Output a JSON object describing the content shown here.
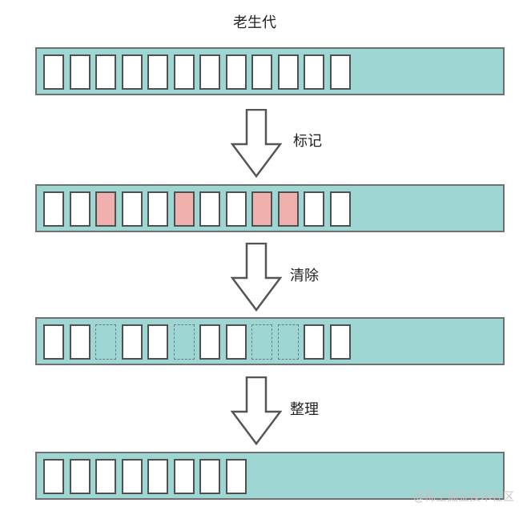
{
  "title": "老生代",
  "steps": [
    "标记",
    "清除",
    "整理"
  ],
  "watermark": "@稀土掘金技术社区",
  "colors": {
    "region": "#9dd6d3",
    "live_object": "#ffffff",
    "marked_object": "#f0b0ad",
    "border": "#707070"
  },
  "rows": [
    {
      "cells": [
        "live",
        "live",
        "live",
        "live",
        "live",
        "live",
        "live",
        "live",
        "live",
        "live",
        "live",
        "live"
      ]
    },
    {
      "cells": [
        "live",
        "live",
        "marked",
        "live",
        "live",
        "marked",
        "live",
        "live",
        "marked",
        "marked",
        "live",
        "live"
      ]
    },
    {
      "cells": [
        "live",
        "live",
        "free",
        "live",
        "live",
        "free",
        "live",
        "live",
        "free",
        "free",
        "live",
        "live"
      ]
    },
    {
      "cells": [
        "live",
        "live",
        "live",
        "live",
        "live",
        "live",
        "live",
        "live"
      ]
    }
  ]
}
